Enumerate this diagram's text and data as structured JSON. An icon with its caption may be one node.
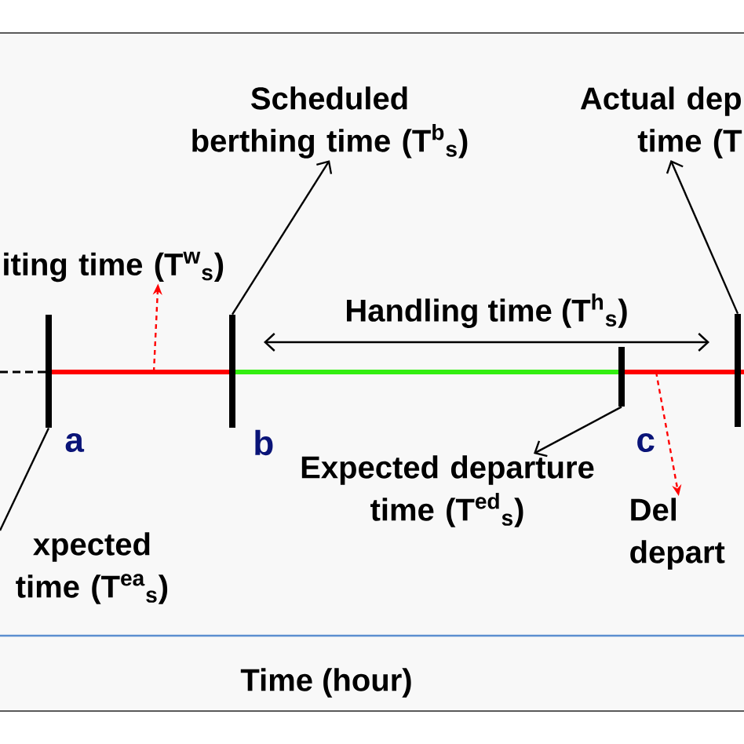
{
  "diagram": {
    "nodes": [
      {
        "text": [
          "Scheduled berthing time (T$^{b}$$_{s}$)"
        ]
      },
      {
        "text": [
          "Actual dep time (T"
        ]
      },
      {
        "text": [
          "iting time (T$^{w}$$_{s}$)"
        ]
      },
      {
        "text": [],
        "shape": "bar",
        "beside": [
          "a"
        ]
      },
      {
        "text": [],
        "shape": "bar",
        "beside": [
          "b"
        ]
      },
      {
        "text": [],
        "shape": "bar",
        "beside": [
          "c"
        ]
      },
      {
        "text": [],
        "shape": "bar"
      },
      {
        "text": [
          "Expected departure time (T$^{ed}$$_{s}$)"
        ]
      },
      {
        "text": [
          "Del depart"
        ]
      },
      {
        "text": [
          "xpected time (T$^{ea}$$_{s}$)"
        ]
      }
    ],
    "edges": [
      {
        "from": 4,
        "to": 0,
        "arrow": "to"
      },
      {
        "from": 6,
        "to": 1,
        "arrow": "to"
      },
      {
        "from": null,
        "to": 2,
        "arrow": "to",
        "style": "dashed",
        "color": "#ff0000"
      },
      {
        "from": 5,
        "to": 7,
        "arrow": "to"
      },
      {
        "from": 3,
        "to": 9,
        "arrow": "none"
      },
      {
        "from": null,
        "to": 8,
        "arrow": "to",
        "style": "dashed",
        "color": "#ff0000"
      }
    ],
    "labels": [
      "Handling time (T$^{h}$$_{s}$)",
      "Time (hour)"
    ]
  }
}
